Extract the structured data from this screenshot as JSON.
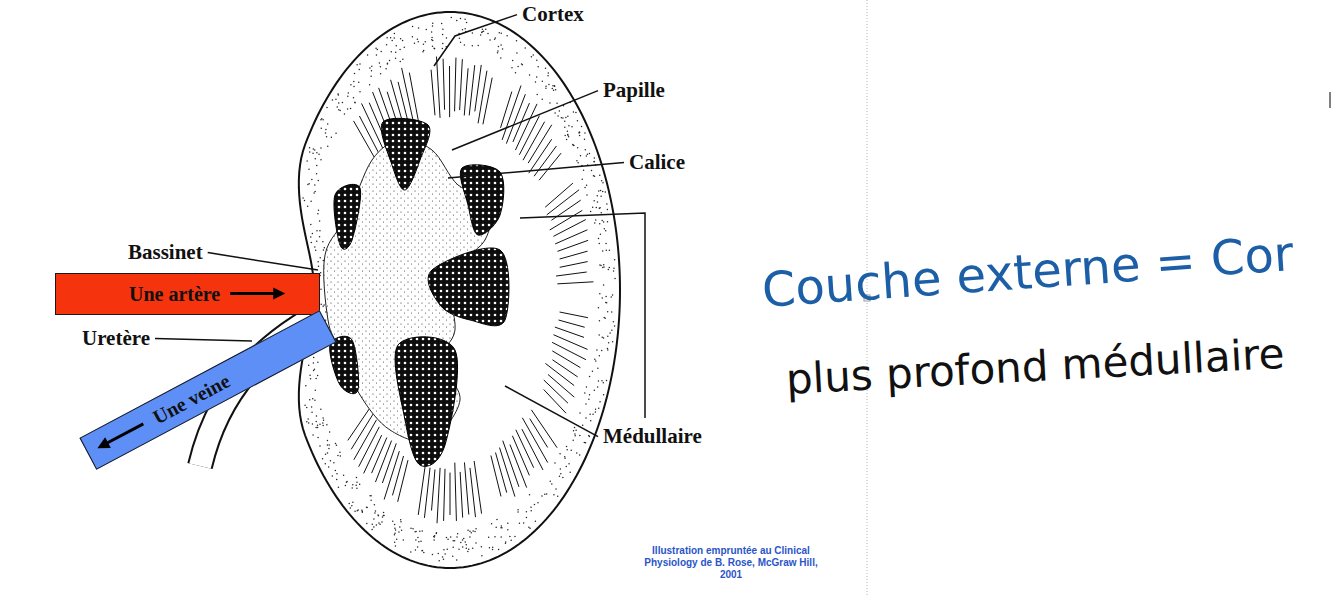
{
  "diagram": {
    "caption": "Illustration empruntée au Clinical Physiology de B. Rose, McGraw Hill, 2001",
    "nodes": [
      {
        "text": [
          "Une artère"
        ]
      },
      {
        "text": [
          "Une veine"
        ]
      }
    ],
    "labels": [
      "Cortex",
      "Papille",
      "Calice",
      "Bassinet",
      "Uretère",
      "Médullaire",
      "Couche externe = Cor",
      "plus profond médullaire"
    ]
  }
}
